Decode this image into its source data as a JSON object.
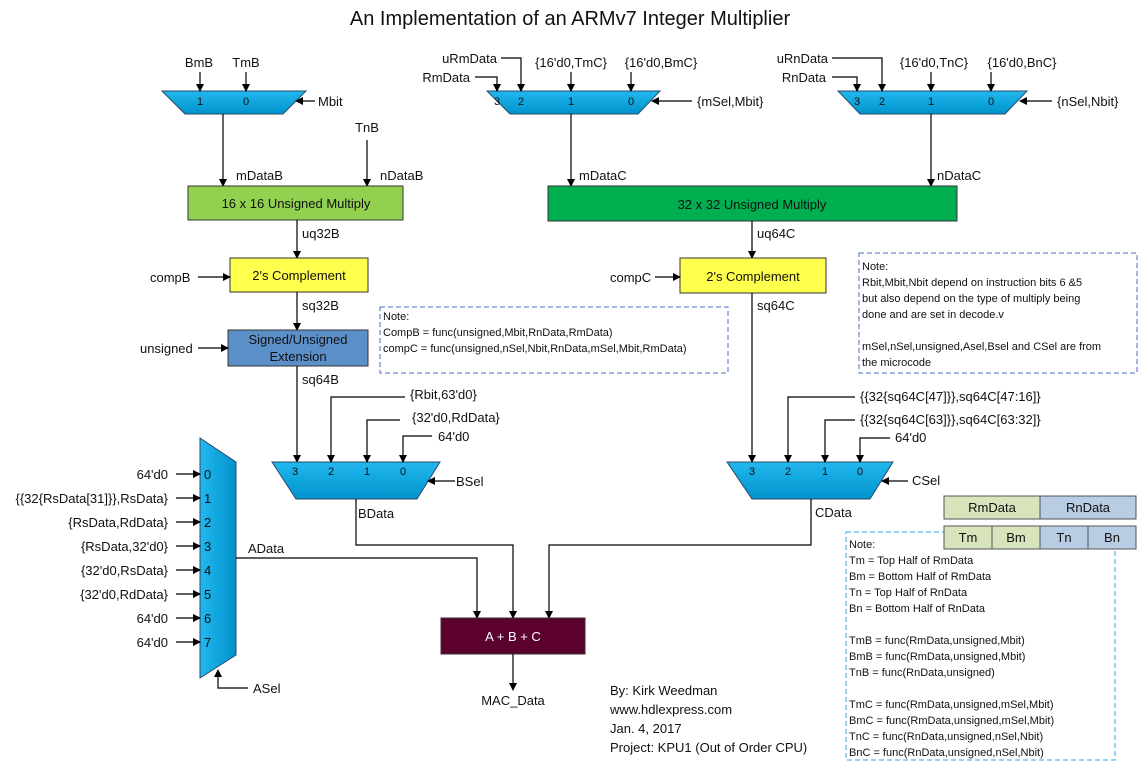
{
  "title": "An Implementation of an ARMv7 Integer Multiplier",
  "colors": {
    "mux": "#0aa4e0",
    "mult16": "#92d050",
    "mult32": "#00b050",
    "complement": "#ffff4d",
    "extension": "#5b8fc8",
    "adder": "#5c0030",
    "rm": "#d7e4bc",
    "rn": "#b8cce4"
  },
  "mux_b1": {
    "inputs": [
      "BmB",
      "TmB"
    ],
    "ports": [
      "1",
      "0"
    ],
    "select": "Mbit"
  },
  "mux_mc": {
    "inputs": [
      "uRmData",
      "RmData",
      "{16'd0,TmC}",
      "{16'd0,BmC}"
    ],
    "ports": [
      "3",
      "2",
      "1",
      "0"
    ],
    "select": "{mSel,Mbit}"
  },
  "mux_nc": {
    "inputs": [
      "uRnData",
      "RnData",
      "{16'd0,TnC}",
      "{16'd0,BnC}"
    ],
    "ports": [
      "3",
      "2",
      "1",
      "0"
    ],
    "select": "{nSel,Nbit}"
  },
  "signals": {
    "mDataB": "mDataB",
    "nDataB": "nDataB",
    "TnB": "TnB",
    "mDataC": "mDataC",
    "nDataC": "nDataC",
    "uq32B": "uq32B",
    "uq64C": "uq64C",
    "sq32B": "sq32B",
    "sq64B": "sq64B",
    "sq64C": "sq64C",
    "compB": "compB",
    "compC": "compC",
    "unsigned": "unsigned",
    "BData": "BData",
    "CData": "CData",
    "AData": "AData",
    "MAC_Data": "MAC_Data"
  },
  "blocks": {
    "mult16": "16 x 16 Unsigned Multiply",
    "mult32": "32 x 32 Unsigned Multiply",
    "compB": "2's Complement",
    "compC": "2's Complement",
    "ext_line1": "Signed/Unsigned",
    "ext_line2": "Extension",
    "adder": "A + B + C"
  },
  "mux_b2": {
    "inputs": [
      "{Rbit,63'd0}",
      "{32'd0,RdData}",
      "64'd0"
    ],
    "ports": [
      "3",
      "2",
      "1",
      "0"
    ],
    "select": "BSel"
  },
  "mux_c2": {
    "inputs": [
      "{{32{sq64C[47]}},sq64C[47:16]}",
      "{{32{sq64C[63]}},sq64C[63:32]}",
      "64'd0"
    ],
    "ports": [
      "3",
      "2",
      "1",
      "0"
    ],
    "select": "CSel"
  },
  "mux_a": {
    "inputs": [
      "64'd0",
      "{{32{RsData[31]}},RsData}",
      "{RsData,RdData}",
      "{RsData,32'd0}",
      "{32'd0,RsData}",
      "{32'd0,RdData}",
      "64'd0",
      "64'd0"
    ],
    "ports": [
      "0",
      "1",
      "2",
      "3",
      "4",
      "5",
      "6",
      "7"
    ],
    "select": "ASel"
  },
  "note1": [
    "Note:",
    "CompB = func(unsigned,Mbit,RnData,RmData)",
    "compC = func(unsigned,nSel,Nbit,RnData,mSel,Mbit,RmData)"
  ],
  "note2": [
    "Note:",
    "Rbit,Mbit,Nbit depend on instruction bits 6 &5",
    "but also depend on the type of multiply being",
    "done and are set in decode.v",
    "",
    "mSel,nSel,unsigned,Asel,Bsel and CSel  are from",
    "the microcode"
  ],
  "note3": [
    "Note:",
    "Tm = Top Half of RmData",
    "Bm = Bottom Half of RmData",
    "Tn = Top Half of RnData",
    "Bn = Bottom Half of RnData",
    "",
    "TmB = func(RmData,unsigned,Mbit)",
    "BmB = func(RmData,unsigned,Mbit)",
    "TnB = func(RnData,unsigned)",
    "",
    "TmC = func(RmData,unsigned,mSel,Mbit)",
    "BmC = func(RmData,unsigned,mSel,Mbit)",
    "TnC = func(RnData,unsigned,nSel,Nbit)",
    "BnC = func(RnData,unsigned,nSel,Nbit)"
  ],
  "registers": {
    "row1": [
      "RmData",
      "RnData"
    ],
    "row2": [
      "Tm",
      "Bm",
      "Tn",
      "Bn"
    ]
  },
  "credits": [
    "By: Kirk Weedman",
    "www.hdlexpress.com",
    "Jan. 4, 2017",
    "Project: KPU1 (Out of Order CPU)"
  ]
}
